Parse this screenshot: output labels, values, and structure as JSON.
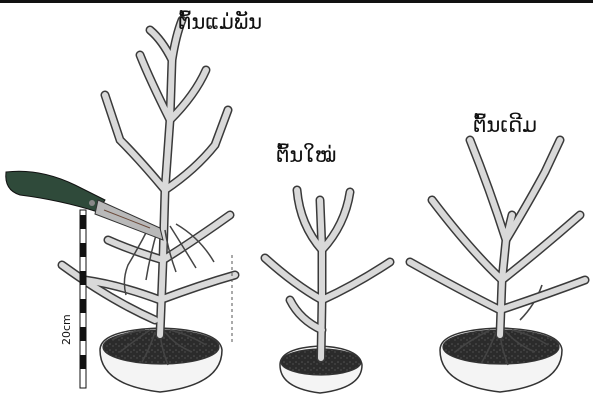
{
  "labels": {
    "mother_plant": "ຕົ້ນແມ່ພັນ",
    "new_plant": "ຕົ້ນໃໝ່",
    "original_plant": "ຕົ້ນເດີມ"
  },
  "ruler": {
    "measurement": "20cm"
  },
  "colors": {
    "stem_fill": "#d9d9d9",
    "stem_outline": "#3a3a3a",
    "soil": "#2b2b2b",
    "pot": "#f4f4f4",
    "knife_handle": "#2f4a3a",
    "knife_blade": "#b9b9b9"
  },
  "icons": {
    "knife": "knife-icon",
    "ruler": "ruler-icon"
  }
}
